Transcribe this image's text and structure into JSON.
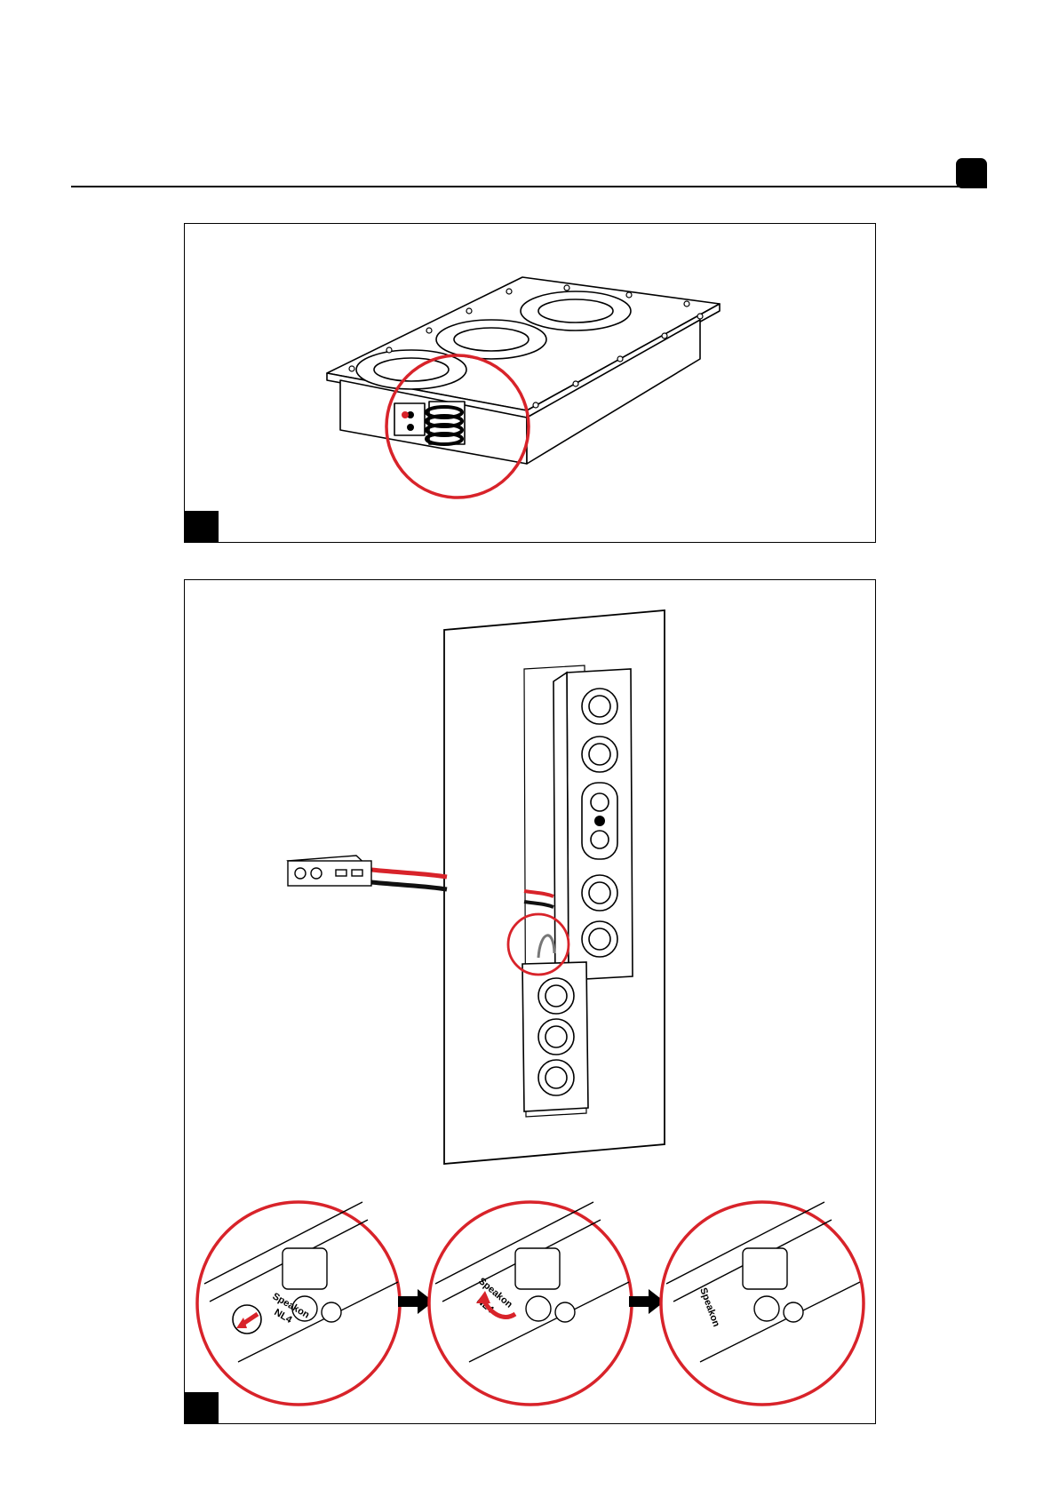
{
  "page": {
    "tab_label": ""
  },
  "figures": [
    {
      "tag": "",
      "illustration": "in-ceiling-speaker-with-coiled-cable"
    },
    {
      "tag": "",
      "illustration": "in-wall-speaker-wiring-and-speakon-connection"
    }
  ],
  "connector_text": [
    "Speakon",
    "NL4"
  ],
  "colors": {
    "highlight_red": "#d8232a",
    "line": "#000000",
    "wire_red": "#d8232a",
    "wire_black": "#111111"
  },
  "icons": [
    "arrow-right-icon",
    "push-arrow-icon",
    "rotate-arrow-icon"
  ]
}
